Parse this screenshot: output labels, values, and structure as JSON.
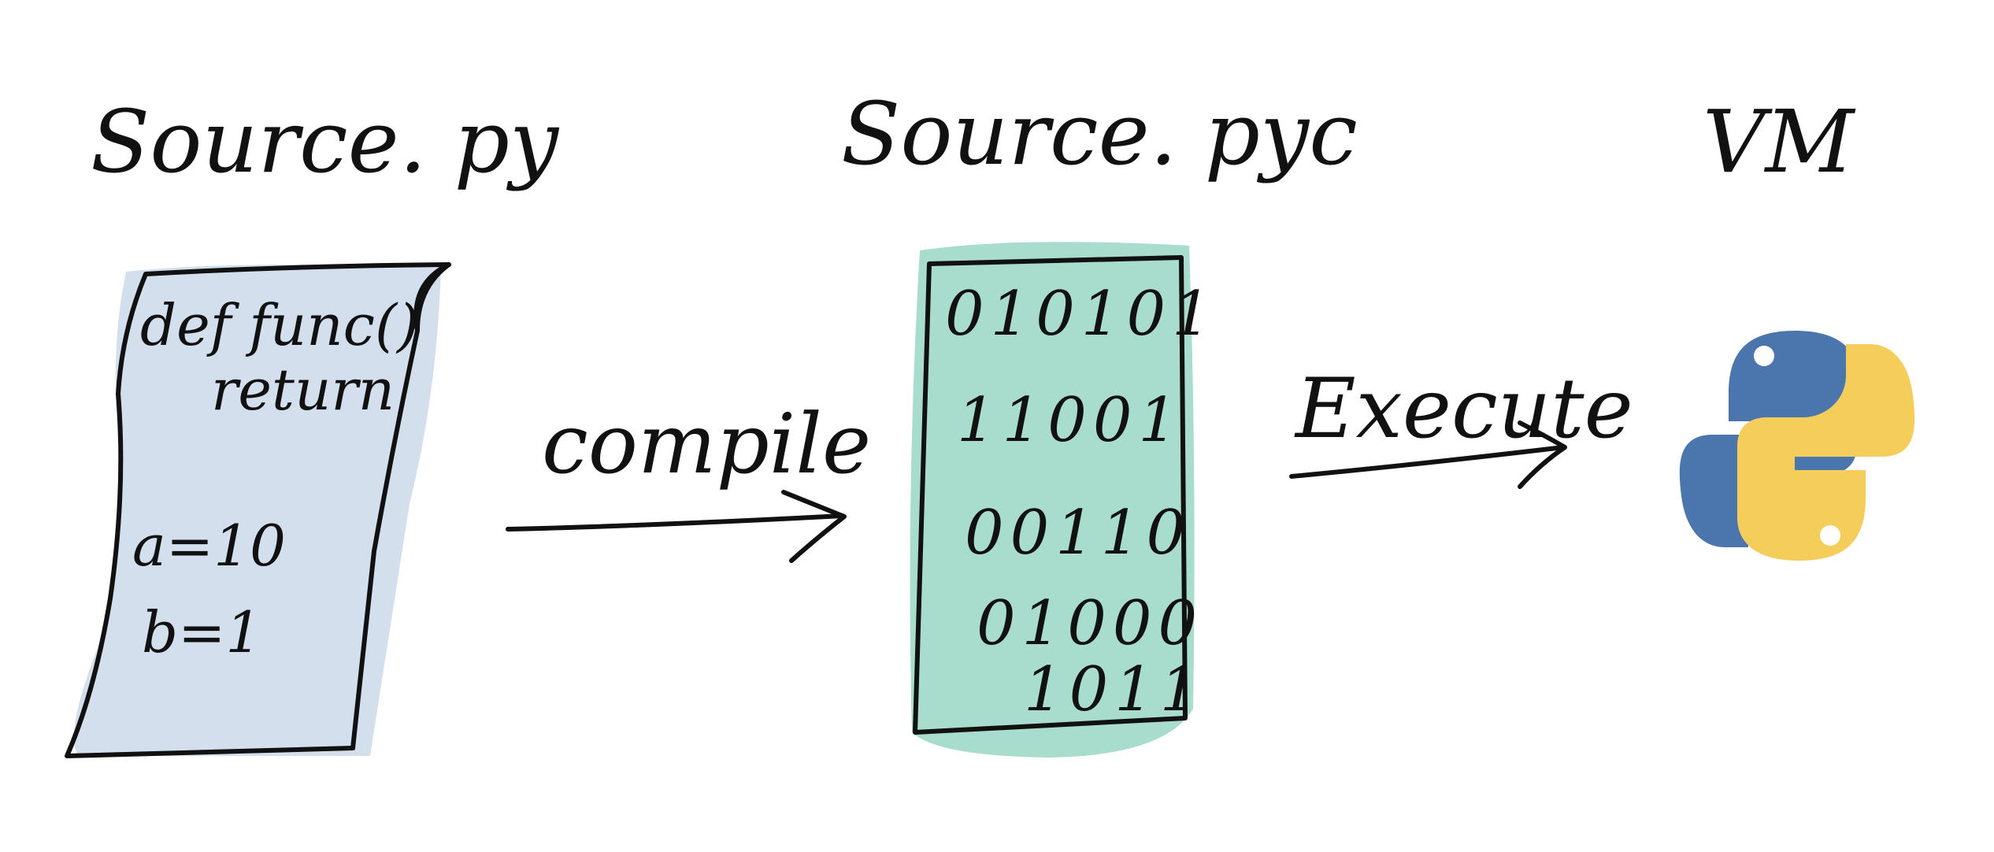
{
  "nodes": {
    "source_py": {
      "title": "Source. py",
      "code_lines": [
        "def func()",
        "return",
        "a=10",
        "b=1"
      ],
      "fill_color": "#d4dfee"
    },
    "source_pyc": {
      "title": "Source. pyc",
      "bit_lines": [
        "010101",
        "11001",
        "00110",
        "01000",
        "1011"
      ],
      "fill_color": "#a8dccd"
    },
    "vm": {
      "title": "VM",
      "icon": "python-logo-icon",
      "colors": {
        "blue": "#4a75ad",
        "yellow": "#f5cd5b"
      }
    }
  },
  "edges": [
    {
      "label": "compile"
    },
    {
      "label": "Execute"
    }
  ],
  "ink_color": "#111111"
}
